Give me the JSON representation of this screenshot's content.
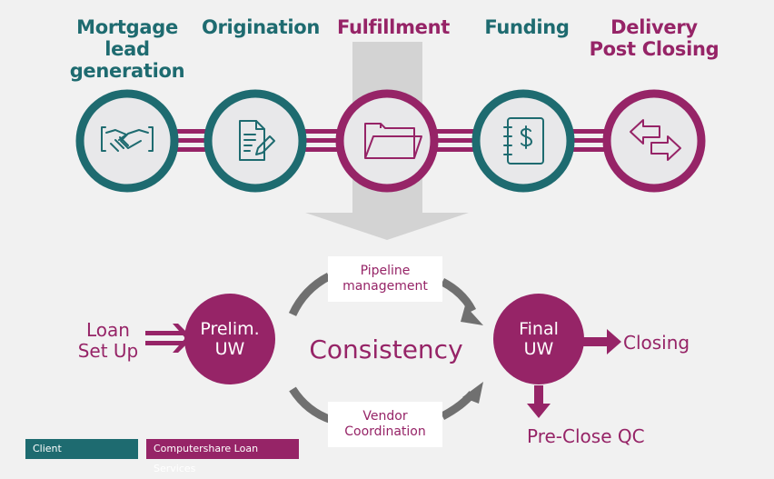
{
  "stages": [
    {
      "title_line1": "Mortgage lead",
      "title_line2": "generation",
      "icon": "handshake-icon"
    },
    {
      "title_line1": "Origination",
      "title_line2": "",
      "icon": "document-edit-icon"
    },
    {
      "title_line1": "Fulfillment",
      "title_line2": "",
      "icon": "folder-icon"
    },
    {
      "title_line1": "Funding",
      "title_line2": "",
      "icon": "dollar-ledger-icon"
    },
    {
      "title_line1": "Delivery",
      "title_line2": "Post Closing",
      "icon": "exchange-arrows-icon"
    }
  ],
  "process": {
    "input_line1": "Loan",
    "input_line2": "Set Up",
    "prelim_line1": "Prelim.",
    "prelim_line2": "UW",
    "center": "Consistency",
    "top_box_line1": "Pipeline",
    "top_box_line2": "management",
    "bottom_box_line1": "Vendor",
    "bottom_box_line2": "Coordination",
    "final_line1": "Final",
    "final_line2": "UW",
    "closing": "Closing",
    "preclose": "Pre-Close QC"
  },
  "legend": {
    "client": "Client",
    "services": "Computershare Loan Services"
  },
  "colors": {
    "teal": "#1e6b70",
    "purple": "#962467",
    "gray_arrow": "#d3d3d3",
    "circle_fill": "#e8e8ea",
    "background": "#f1f1f1"
  }
}
